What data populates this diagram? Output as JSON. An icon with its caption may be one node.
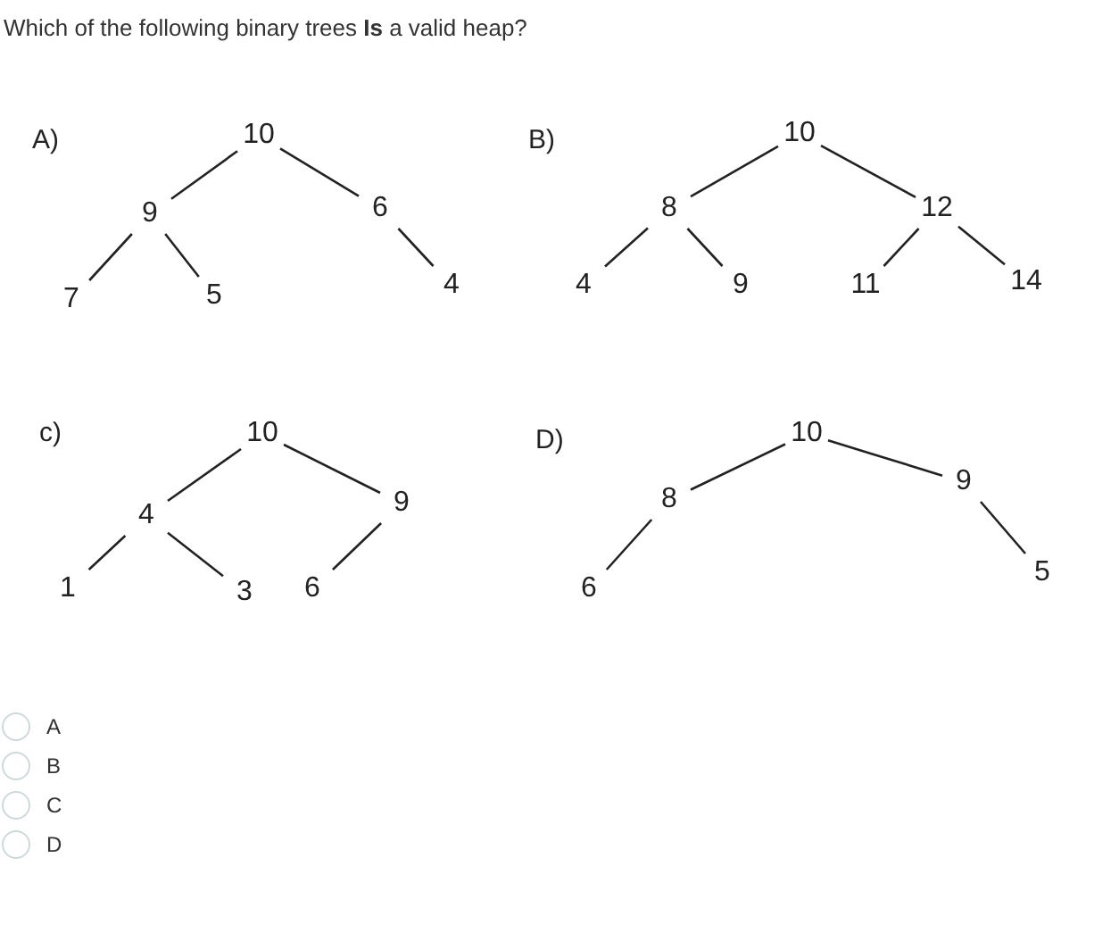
{
  "diagram": {
    "title": "Which of the following binary trees **Is** a valid heap?",
    "nodes": [
      {
        "text": [
          "10"
        ]
      },
      {
        "text": [
          "9"
        ]
      },
      {
        "text": [
          "6"
        ]
      },
      {
        "text": [
          "7"
        ]
      },
      {
        "text": [
          "5"
        ]
      },
      {
        "text": [
          "4"
        ]
      },
      {
        "text": [
          "10"
        ]
      },
      {
        "text": [
          "8"
        ]
      },
      {
        "text": [
          "12"
        ]
      },
      {
        "text": [
          "4"
        ]
      },
      {
        "text": [
          "9"
        ]
      },
      {
        "text": [
          "11"
        ]
      },
      {
        "text": [
          "14"
        ]
      },
      {
        "text": [
          "10"
        ]
      },
      {
        "text": [
          "4"
        ]
      },
      {
        "text": [
          "9"
        ]
      },
      {
        "text": [
          "1"
        ]
      },
      {
        "text": [
          "3"
        ]
      },
      {
        "text": [
          "6"
        ]
      },
      {
        "text": [
          "10"
        ]
      },
      {
        "text": [
          "8"
        ]
      },
      {
        "text": [
          "9"
        ]
      },
      {
        "text": [
          "6"
        ]
      },
      {
        "text": [
          "5"
        ]
      }
    ],
    "edges": [
      {
        "from": 0,
        "to": 1,
        "arrow": "none"
      },
      {
        "from": 0,
        "to": 2,
        "arrow": "none"
      },
      {
        "from": 1,
        "to": 3,
        "arrow": "none"
      },
      {
        "from": 1,
        "to": 4,
        "arrow": "none"
      },
      {
        "from": 2,
        "to": 5,
        "arrow": "none"
      },
      {
        "from": 6,
        "to": 7,
        "arrow": "none"
      },
      {
        "from": 6,
        "to": 8,
        "arrow": "none"
      },
      {
        "from": 7,
        "to": 9,
        "arrow": "none"
      },
      {
        "from": 7,
        "to": 10,
        "arrow": "none"
      },
      {
        "from": 8,
        "to": 11,
        "arrow": "none"
      },
      {
        "from": 8,
        "to": 12,
        "arrow": "none"
      },
      {
        "from": 13,
        "to": 14,
        "arrow": "none"
      },
      {
        "from": 13,
        "to": 15,
        "arrow": "none"
      },
      {
        "from": 14,
        "to": 16,
        "arrow": "none"
      },
      {
        "from": 14,
        "to": 17,
        "arrow": "none"
      },
      {
        "from": 15,
        "to": 18,
        "arrow": "none"
      },
      {
        "from": 19,
        "to": 20,
        "arrow": "none"
      },
      {
        "from": 19,
        "to": 21,
        "arrow": "none"
      },
      {
        "from": 20,
        "to": 22,
        "arrow": "none"
      },
      {
        "from": 21,
        "to": 23,
        "arrow": "none"
      }
    ],
    "labels": [
      "A)",
      "B)",
      "c)",
      "D)",
      "A",
      "B",
      "C",
      "D"
    ]
  }
}
